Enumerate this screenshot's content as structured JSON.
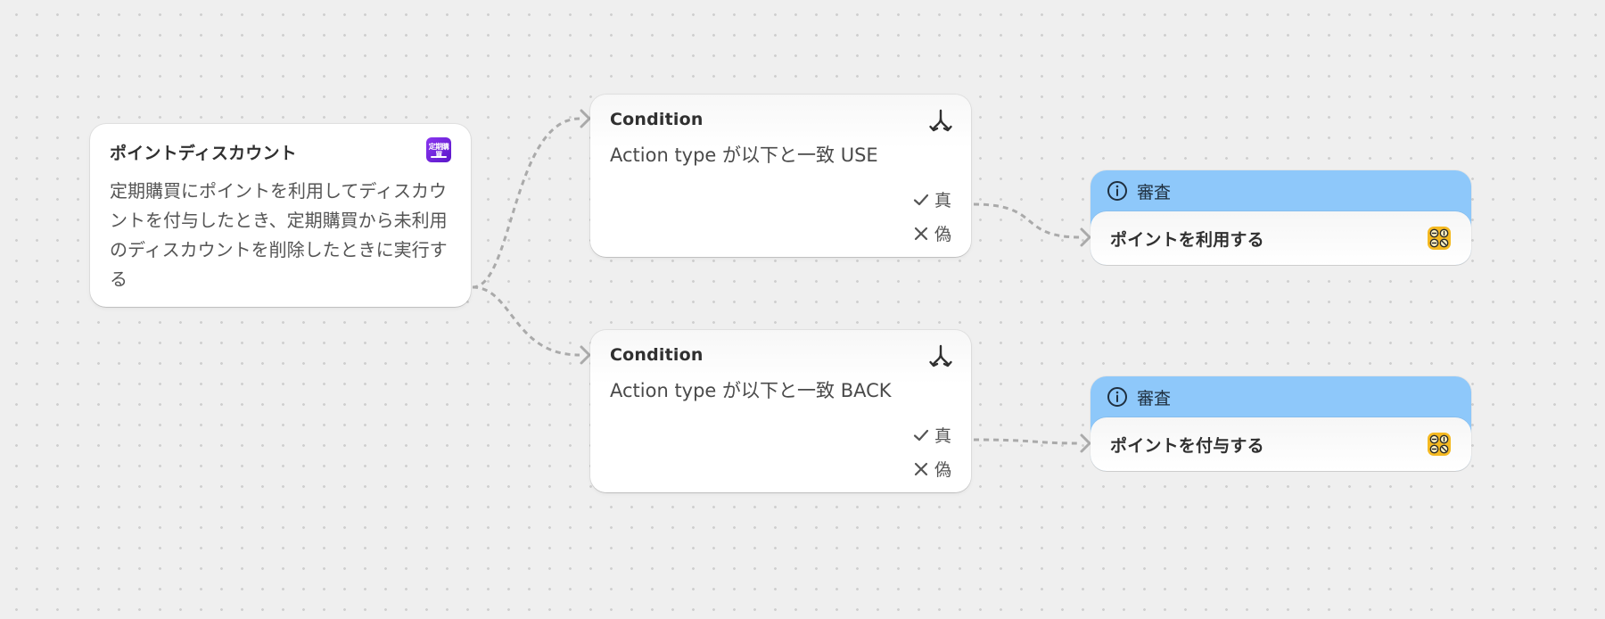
{
  "trigger": {
    "title": "ポイントディスカウント",
    "app_icon_label": "定期購買",
    "description": "定期購買にポイントを利用してディスカウントを付与したとき、定期購買から未利用のディスカウントを削除したときに実行する",
    "icon": "subscription-app-icon"
  },
  "conditions": [
    {
      "title": "Condition",
      "text": "Action type が以下と一致 USE",
      "true_label": "真",
      "false_label": "偽",
      "icon": "branch-icon"
    },
    {
      "title": "Condition",
      "text": "Action type が以下と一致 BACK",
      "true_label": "真",
      "false_label": "偽",
      "icon": "branch-icon"
    }
  ],
  "actions": [
    {
      "badge": "審査",
      "title": "ポイントを利用する",
      "icon": "points-app-icon"
    },
    {
      "badge": "審査",
      "title": "ポイントを付与する",
      "icon": "points-app-icon"
    }
  ],
  "colors": {
    "canvas_background": "#efefef",
    "canvas_dots": "#cfcfcf",
    "review_badge_background": "#8ec8fa",
    "connector": "#aaaaaa",
    "app_icon_purple": "#7a27e6",
    "points_icon_yellow": "#f5b921"
  }
}
